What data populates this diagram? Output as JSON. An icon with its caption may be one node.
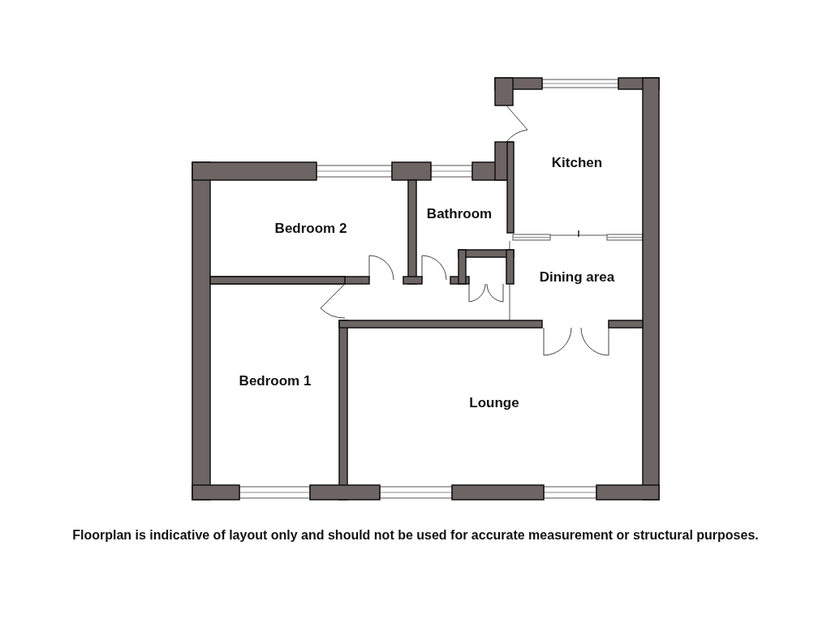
{
  "diagram": {
    "caption": "Floorplan is indicative of layout only and should not be used for accurate measurement or structural purposes.",
    "labels": [
      "Kitchen",
      "Bathroom",
      "Bedroom 2",
      "Dining area",
      "Bedroom 1",
      "Lounge"
    ]
  }
}
